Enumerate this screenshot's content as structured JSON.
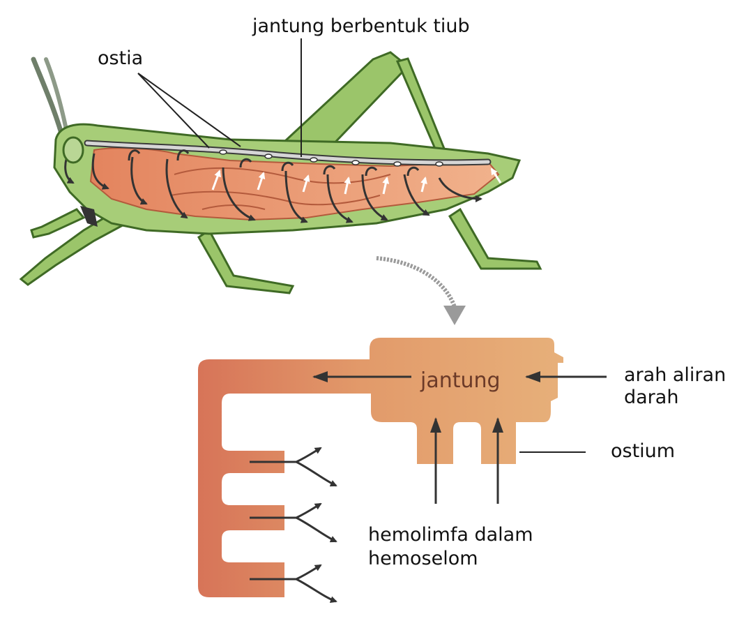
{
  "labels": {
    "tubular_heart": "jantung berbentuk tiub",
    "ostia": "ostia",
    "heart": "jantung",
    "flow_direction_line1": "arah aliran",
    "flow_direction_line2": "darah",
    "ostium": "ostium",
    "hemolymph_line1": "hemolimfa dalam",
    "hemolymph_line2": "hemoselom"
  },
  "colors": {
    "body_green": "#9bc56a",
    "body_green_dark": "#4e7a2c",
    "organ_red": "#e0805a",
    "heart_light": "#e9b37d",
    "heart_dark": "#d8755a",
    "arrow": "#3a3a3a",
    "line": "#222222"
  }
}
